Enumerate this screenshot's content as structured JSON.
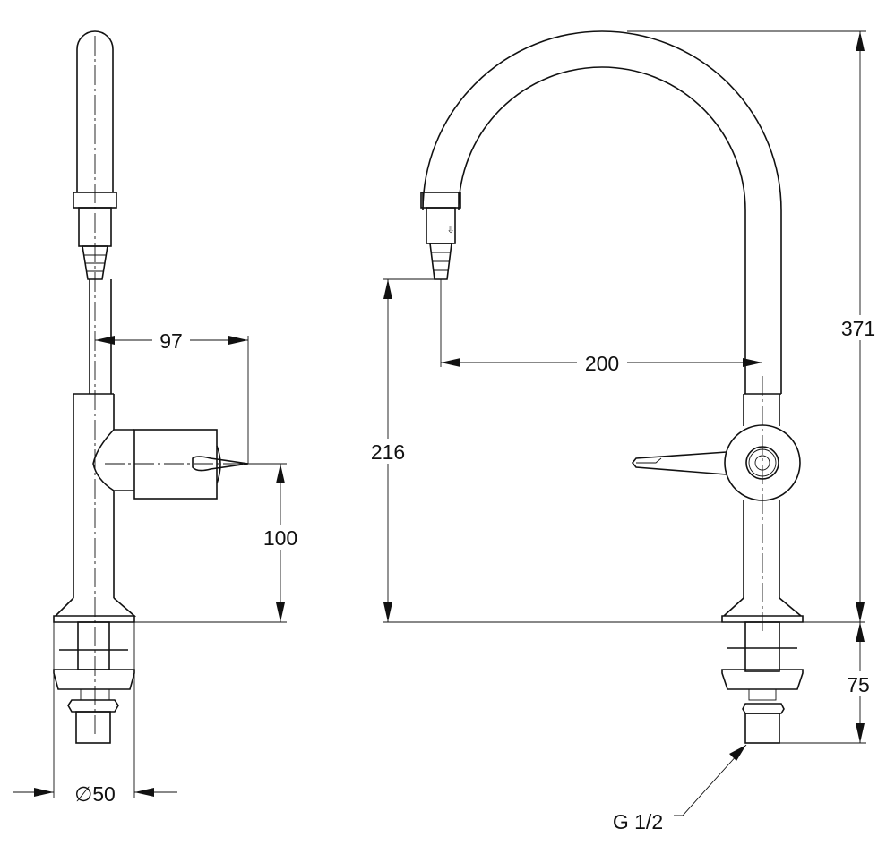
{
  "title": "Laboratory gooseneck tap technical drawing",
  "dimensions": {
    "side_reach": "97",
    "side_handle_height": "100",
    "base_diameter": "∅50",
    "spout_reach": "200",
    "outlet_height": "216",
    "total_height": "371",
    "shank_length": "75",
    "thread": "G 1/2"
  },
  "colors": {
    "line": "#111111",
    "background": "#ffffff"
  }
}
